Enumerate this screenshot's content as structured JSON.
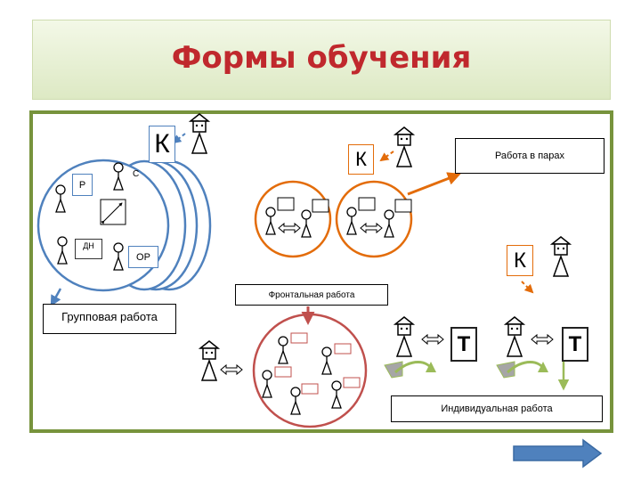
{
  "title": "Формы обучения",
  "labels": {
    "pairs": "Работа в парах",
    "frontal": "Фронтальная работа",
    "group": "Групповая работа",
    "individual": "Индивидуальная работа"
  },
  "letters": {
    "k_group": "К",
    "k_pairs": "К",
    "k_right": "К",
    "t_left": "Т",
    "t_right": "Т"
  },
  "role_labels": {
    "r": "Р",
    "s": "С",
    "dn": "ДН",
    "or": "ОР"
  },
  "colors": {
    "title": "#c0282d",
    "frame": "#77933c",
    "group": "#4f81bd",
    "pairs": "#e36c0a",
    "frontal": "#c0504d",
    "individual": "#9bbb59",
    "next_button": "#4f81bd"
  },
  "icons": {
    "next": "arrow-right-icon"
  }
}
